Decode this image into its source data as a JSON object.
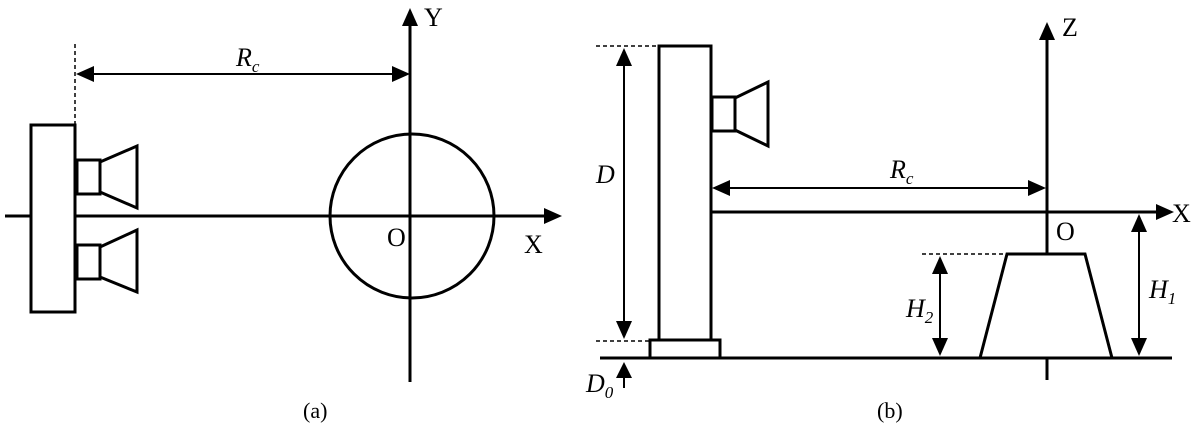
{
  "panel_a": {
    "caption": "(a)",
    "axis_x": "X",
    "axis_y": "Y",
    "origin": "O",
    "distance_label": "R",
    "distance_sub": "c"
  },
  "panel_b": {
    "caption": "(b)",
    "axis_x": "X",
    "axis_z": "Z",
    "origin": "O",
    "distance_label": "R",
    "distance_sub": "c",
    "height_D": "D",
    "height_D0": "D",
    "height_D0_sub": "0",
    "height_H1": "H",
    "height_H1_sub": "1",
    "height_H2": "H",
    "height_H2_sub": "2"
  }
}
